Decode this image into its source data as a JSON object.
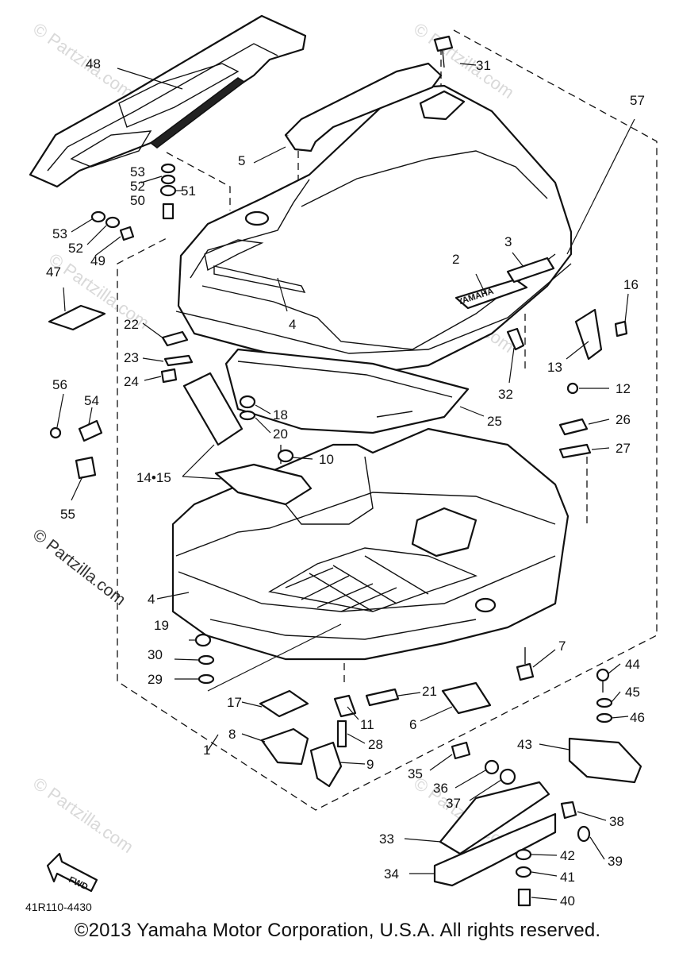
{
  "watermark": "© Partzilla.com",
  "diagram_code": "41R110-4430",
  "fwd_label": "FWD",
  "brand_badge": "YAMAHA",
  "copyright": "©2013  Yamaha Motor Corporation, U.S.A. All rights reserved.",
  "callouts": {
    "c1": "1",
    "c2": "2",
    "c3": "3",
    "c4a": "4",
    "c4b": "4",
    "c5": "5",
    "c6": "6",
    "c7": "7",
    "c8": "8",
    "c9": "9",
    "c10": "10",
    "c11": "11",
    "c12": "12",
    "c13": "13",
    "c1415": "14•15",
    "c16": "16",
    "c17": "17",
    "c18": "18",
    "c19": "19",
    "c20": "20",
    "c21": "21",
    "c22": "22",
    "c23": "23",
    "c24": "24",
    "c25": "25",
    "c26": "26",
    "c27": "27",
    "c28": "28",
    "c29": "29",
    "c30": "30",
    "c31": "31",
    "c32": "32",
    "c33": "33",
    "c34": "34",
    "c35": "35",
    "c36": "36",
    "c37": "37",
    "c38": "38",
    "c39": "39",
    "c40": "40",
    "c41": "41",
    "c42": "42",
    "c43": "43",
    "c44": "44",
    "c45": "45",
    "c46": "46",
    "c47": "47",
    "c48": "48",
    "c49": "49",
    "c50": "50",
    "c51": "51",
    "c52a": "52",
    "c52b": "52",
    "c53a": "53",
    "c53b": "53",
    "c54": "54",
    "c55": "55",
    "c56": "56",
    "c57": "57"
  }
}
